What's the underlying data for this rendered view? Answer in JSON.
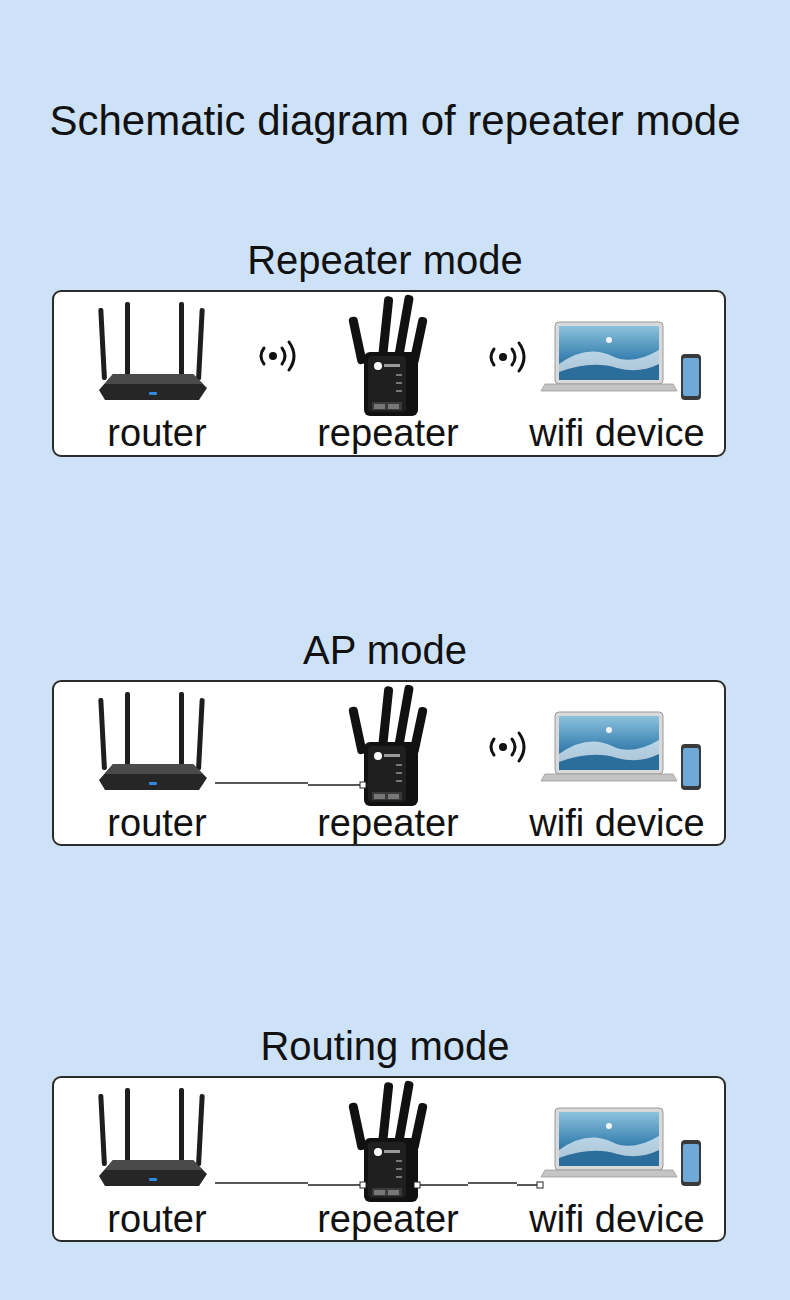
{
  "diagram": {
    "title": "Schematic diagram of repeater mode",
    "nodes": [
      {
        "text": [
          "Repeater mode"
        ]
      },
      {
        "text": [
          "router"
        ],
        "in": 0
      },
      {
        "text": [
          "repeater"
        ],
        "in": 0
      },
      {
        "text": [
          "wifi device"
        ],
        "in": 0
      },
      {
        "text": [
          "AP mode"
        ]
      },
      {
        "text": [
          "router"
        ],
        "in": 4
      },
      {
        "text": [
          "repeater"
        ],
        "in": 4
      },
      {
        "text": [
          "wifi device"
        ],
        "in": 4
      },
      {
        "text": [
          "Routing mode"
        ]
      },
      {
        "text": [
          "router"
        ],
        "in": 8
      },
      {
        "text": [
          "repeater"
        ],
        "in": 8
      },
      {
        "text": [
          "wifi device"
        ],
        "in": 8
      }
    ],
    "edges": [
      {
        "from": 5,
        "to": 6,
        "arrow": "none"
      },
      {
        "from": 9,
        "to": 10,
        "arrow": "none"
      },
      {
        "from": 10,
        "to": 11,
        "arrow": "none"
      }
    ]
  }
}
